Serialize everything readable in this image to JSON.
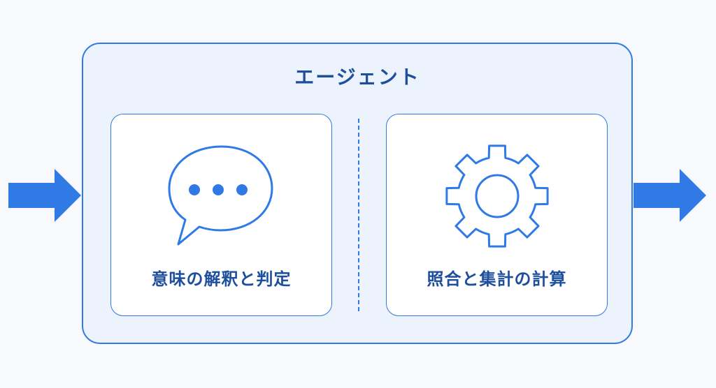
{
  "agent": {
    "title": "エージェント"
  },
  "panels": [
    {
      "label": "意味の解釈と判定",
      "icon": "speech-bubble-icon"
    },
    {
      "label": "照合と集計の計算",
      "icon": "gear-icon"
    }
  ],
  "arrows": {
    "input": "arrow-right-icon",
    "output": "arrow-right-icon"
  },
  "colors": {
    "accent": "#2f7ae5",
    "text": "#1d4f9e",
    "box_fill": "#edf3fc",
    "panel_fill": "#ffffff",
    "background": "#f7f9fc"
  }
}
